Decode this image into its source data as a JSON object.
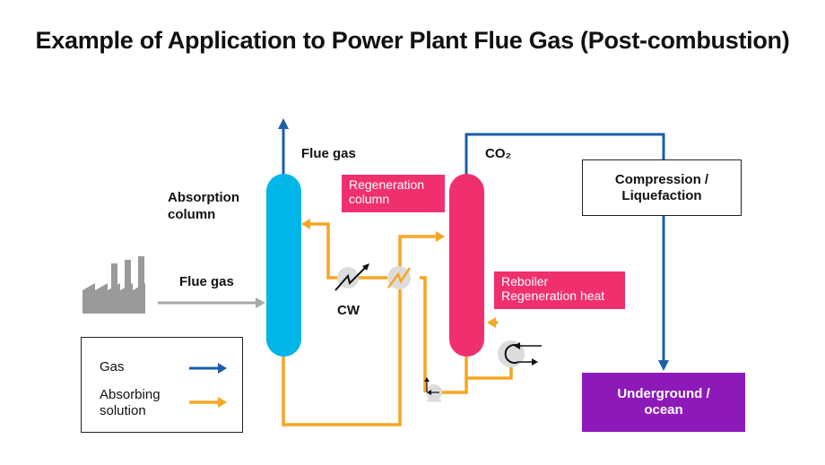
{
  "title": "Example of Application to Power Plant Flue Gas (Post-combustion)",
  "labels": {
    "flue_gas_top": "Flue gas",
    "co2": "CO₂",
    "absorption_column_1": "Absorption",
    "absorption_column_2": "column",
    "flue_gas_inlet": "Flue gas",
    "cw": "CW"
  },
  "tags": {
    "regeneration_column_1": "Regeneration",
    "regeneration_column_2": "column",
    "reboiler_1": "Reboiler",
    "reboiler_2": "Regeneration heat"
  },
  "boxes": {
    "compression_1": "Compression /",
    "compression_2": "Liquefaction",
    "storage_1": "Underground /",
    "storage_2": "ocean"
  },
  "legend": {
    "gas": "Gas",
    "absorbing_1": "Absorbing",
    "absorbing_2": "solution"
  },
  "colors": {
    "gas_line": "#1a5fa8",
    "solution_line": "#f5a623",
    "absorber": "#00b5e8",
    "regenerator": "#f0306e",
    "storage": "#8e19b9",
    "factory": "#9a9a9a"
  }
}
